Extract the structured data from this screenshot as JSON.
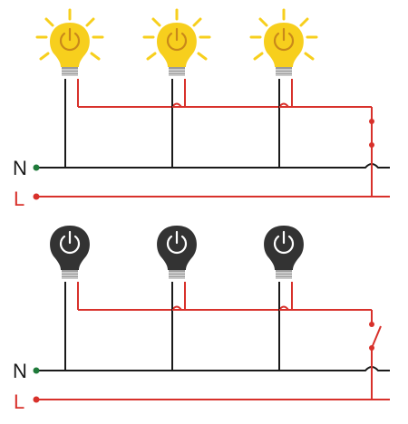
{
  "labels": {
    "neutral": "N",
    "live": "L"
  },
  "colors": {
    "neutral_wire": "#1a1a1a",
    "live_wire": "#d8312b",
    "neutral_dot": "#1f7a3a",
    "live_dot": "#d8312b",
    "bulb_on": "#f7cf1d",
    "bulb_on_ray": "#f7cf1d",
    "bulb_on_symbol": "#c9891a",
    "bulb_off": "#333333",
    "bulb_off_symbol": "#ffffff",
    "bulb_base": "#9a9a9a",
    "label_live": "#d8312b",
    "label_neutral": "#1a1a1a"
  },
  "circuits": [
    {
      "id": "on",
      "state": "on",
      "switch": "closed"
    },
    {
      "id": "off",
      "state": "off",
      "switch": "open"
    }
  ]
}
